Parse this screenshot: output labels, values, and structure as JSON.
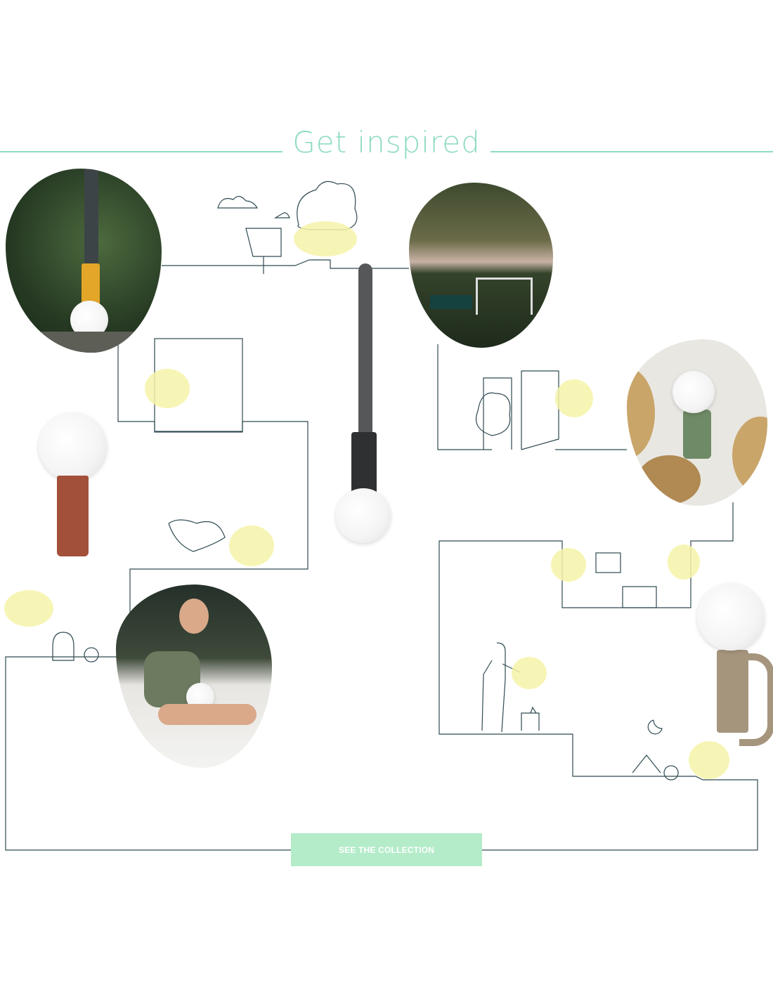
{
  "section": {
    "title": "Get inspired"
  },
  "cta": {
    "label": "SEE THE COLLECTION"
  },
  "colors": {
    "accent": "#8fdcc0",
    "button": "#b4ecc9",
    "line": "#2f4a52",
    "glow": "#f6f3a8"
  },
  "photos": [
    {
      "name": "garden-hanging-lamp-photo"
    },
    {
      "name": "terrace-dinner-photo"
    },
    {
      "name": "hats-wall-lamp-photo"
    },
    {
      "name": "boy-with-lamp-photo"
    }
  ],
  "products": [
    {
      "name": "rust-table-lamp",
      "color": "#a2503a"
    },
    {
      "name": "anthracite-hanging-lamp",
      "color": "#3a3b3d"
    },
    {
      "name": "nutmeg-wall-lamp",
      "color": "#a6957d"
    }
  ]
}
